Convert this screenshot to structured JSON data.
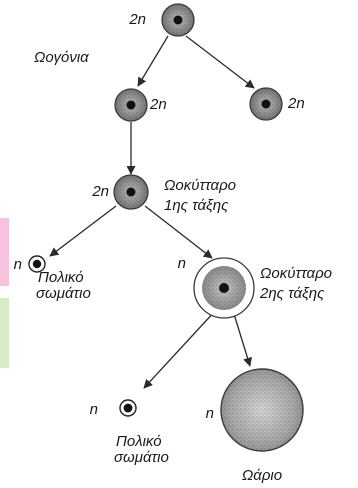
{
  "colors": {
    "page_background": "#ffffff",
    "pink_tab": "#f6c2dc",
    "green_tab": "#d9ecc8",
    "arrow": "#2b2b2b",
    "cell_border": "#3a3a3a",
    "nucleus": "#111111"
  },
  "diagram": {
    "labels": {
      "oogonium_top_ploidy": "2n",
      "oogonium_name": "Ωογόνια",
      "oogonium_left_ploidy": "2n",
      "oogonium_right_ploidy": "2n",
      "primary_oocyte_ploidy": "2n",
      "primary_oocyte_name_line1": "Ωοκύτταρο",
      "primary_oocyte_name_line2": "1ης τάξης",
      "polar_body_1_ploidy": "n",
      "polar_body_1_name_line1": "Πολικό",
      "polar_body_1_name_line2": "σωμάτιο",
      "secondary_oocyte_ploidy": "n",
      "secondary_oocyte_name_line1": "Ωοκύτταρο",
      "secondary_oocyte_name_line2": "2ης τάξης",
      "polar_body_2_ploidy": "n",
      "polar_body_2_name_line1": "Πολικό",
      "polar_body_2_name_line2": "σωμάτιο",
      "ovum_ploidy": "n",
      "ovum_name": "Ωάριο"
    }
  }
}
